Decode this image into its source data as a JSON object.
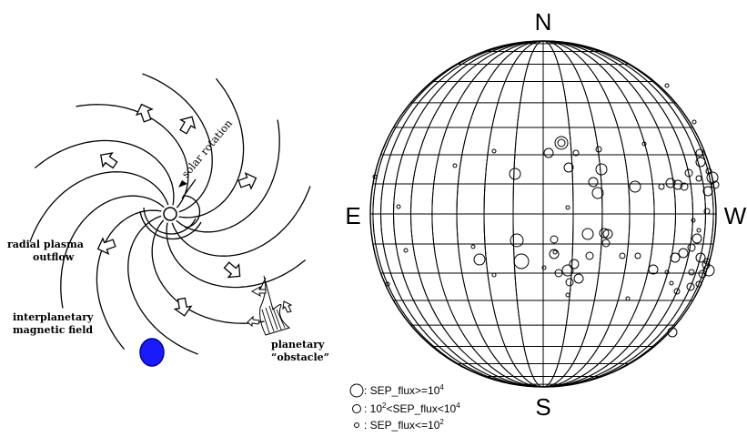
{
  "left_panel": {
    "labels": {
      "solar_rotation": "solar rotation",
      "radial_outflow_line1": "radial plasma",
      "radial_outflow_line2": "outflow",
      "imf_line1": "interplanetary",
      "imf_line2": "magnetic field",
      "planetary_line1": "planetary",
      "planetary_line2": "“obstacle”"
    },
    "colors": {
      "planet_fill": "#1a1aff",
      "planet_stroke": "#0000a0",
      "line": "#000000"
    }
  },
  "right_panel": {
    "directions": {
      "north": "N",
      "south": "S",
      "east": "E",
      "west": "W"
    },
    "legend": {
      "large": {
        "prefix": ": SEP_flux>=10",
        "sup": "4",
        "suffix": ""
      },
      "medium": {
        "prefix": ": 10",
        "sup": "2",
        "mid": "<SEP_flux<10",
        "sup2": "4"
      },
      "small": {
        "prefix": ": SEP_flux<=10",
        "sup": "2",
        "suffix": ""
      }
    },
    "colors": {
      "grid": "#000000",
      "circle": "#000000"
    }
  }
}
